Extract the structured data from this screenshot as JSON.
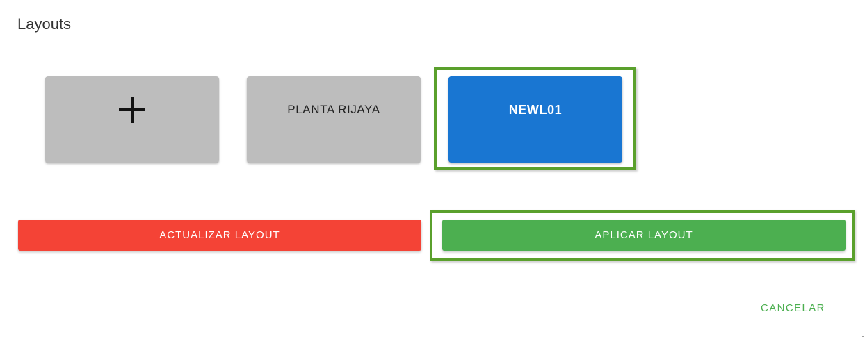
{
  "dialog": {
    "title": "Layouts"
  },
  "layouts": {
    "add_icon": "plus-icon",
    "items": [
      {
        "label": "PLANTA RIJAYA",
        "selected": false
      },
      {
        "label": "NEWL01",
        "selected": true
      }
    ]
  },
  "actions": {
    "update_label": "ACTUALIZAR LAYOUT",
    "apply_label": "APLICAR LAYOUT",
    "cancel_label": "CANCELAR"
  },
  "colors": {
    "tile_default": "#bdbdbd",
    "tile_selected": "#1976d2",
    "update_button": "#f44336",
    "apply_button": "#4caf50",
    "cancel_text": "#4caf50",
    "highlight_border": "#5aa02c"
  }
}
